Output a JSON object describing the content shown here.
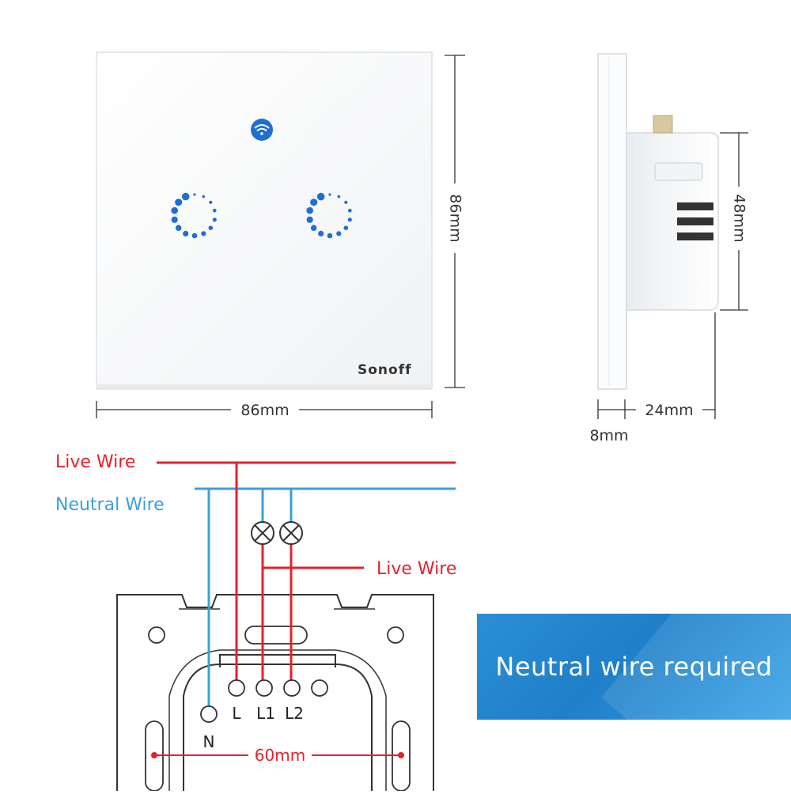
{
  "front_view": {
    "brand": "Sonoff",
    "width_label": "86mm",
    "height_label": "86mm"
  },
  "side_view": {
    "depth_label": "48mm",
    "body_label": "24mm",
    "plate_label": "8mm"
  },
  "wiring": {
    "live_wire_label": "Live Wire",
    "neutral_wire_label": "Neutral Wire",
    "load_live_wire_label": "Live Wire",
    "terminals": [
      "N",
      "L",
      "L1",
      "L2"
    ],
    "spacing_label": "60mm",
    "live_color": "#e8202a",
    "neutral_color": "#3aa0dc"
  },
  "banner": {
    "text": "Neutral wire required",
    "color": "#2a8fd6"
  },
  "icons": {
    "wifi": "wifi-icon",
    "touch": "touch-button-icon",
    "lamp": "lamp-icon"
  }
}
